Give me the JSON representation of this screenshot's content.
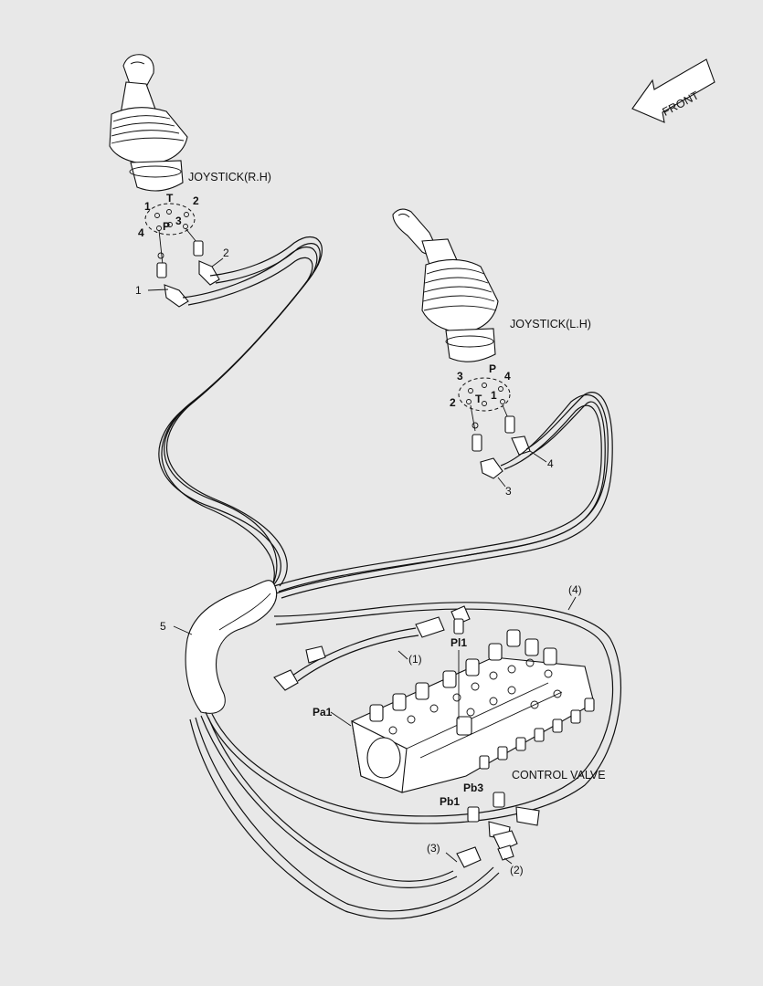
{
  "labels": {
    "joystick_rh": "JOYSTICK(R.H)",
    "joystick_lh": "JOYSTICK(L.H)",
    "control_valve": "CONTROL VALVE",
    "front": "FRONT"
  },
  "joystick_rh_ports": {
    "p1": "1",
    "t": "T",
    "p2": "2",
    "p4": "4",
    "p": "P",
    "p3": "3"
  },
  "joystick_lh_ports": {
    "p3": "3",
    "p": "P",
    "p4": "4",
    "p2": "2",
    "t": "T",
    "p1": "1"
  },
  "valve_ports": {
    "pa1": "Pa1",
    "pl1": "Pl1",
    "pb1": "Pb1",
    "pb3": "Pb3"
  },
  "callouts": {
    "c1": "1",
    "c2": "2",
    "c3": "3",
    "c4": "4",
    "c5": "5",
    "c1p": "(1)",
    "c2p": "(2)",
    "c3p": "(3)",
    "c4p": "(4)"
  }
}
